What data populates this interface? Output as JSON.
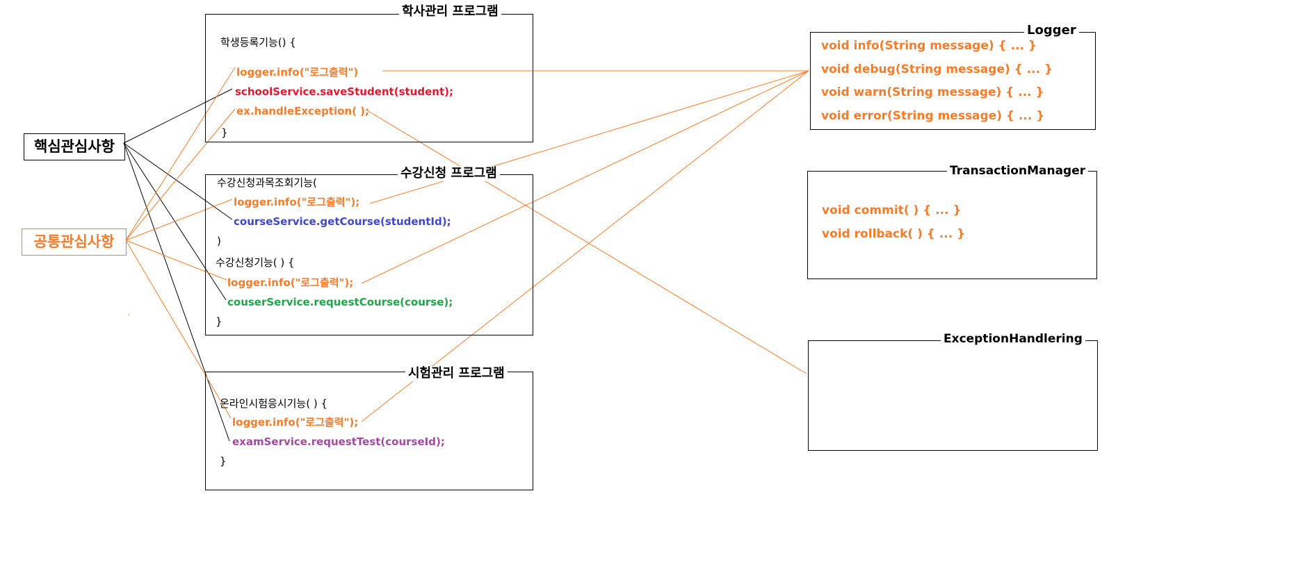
{
  "colors": {
    "orange": "#f47c2b",
    "black": "#000000",
    "red": "#e0182f",
    "blue": "#3f47cc",
    "green": "#1fa648",
    "purple": "#a349a4"
  },
  "labels": {
    "core": "핵심관심사항",
    "common": "공통관심사항"
  },
  "programs": {
    "academic": {
      "title": "학사관리 프로그램",
      "lines": [
        "학생등록기능() {",
        "logger.info(\"로그출력\")",
        "schoolService.saveStudent(student);",
        "ex.handleException( );",
        "}"
      ]
    },
    "enrollment": {
      "title": "수강신청 프로그램",
      "lines": [
        "수강신청과목조회기능(",
        "logger.info(\"로그출력\");",
        "courseService.getCourse(studentId);",
        ")",
        "수강신청기능( ) {",
        "logger.info(\"로그출력\");",
        "couserService.requestCourse(course);",
        "}"
      ]
    },
    "exam": {
      "title": "시험관리 프로그램",
      "lines": [
        "온라인시험응시기능( ) {",
        "logger.info(\"로그출력\");",
        "examService.requestTest(courseId);",
        "}"
      ]
    }
  },
  "modules": {
    "logger": {
      "title": "Logger",
      "methods": [
        "void info(String message) { ... }",
        "void debug(String message) { ... }",
        "void warn(String message) { ... }",
        "void error(String message) { ... }"
      ]
    },
    "transaction": {
      "title": "TransactionManager",
      "methods": [
        "void commit( ) { ... }",
        "void rollback( ) { ... }"
      ]
    },
    "exception": {
      "title": "ExceptionHandlering"
    }
  }
}
